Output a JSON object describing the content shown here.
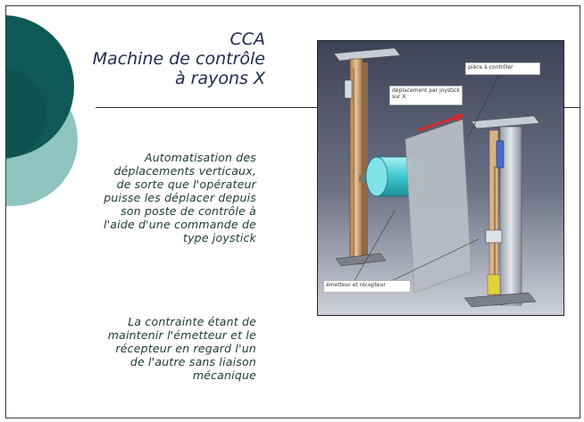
{
  "title": {
    "line1": "CCA",
    "line2": "Machine de contrôle",
    "line3": "à rayons X"
  },
  "paragraph1": {
    "lines": [
      "Automatisation des",
      "déplacements verticaux,",
      "de sorte que l'opérateur",
      "puisse les déplacer depuis",
      "son poste de contrôle à",
      "l'aide d'une commande de",
      "type joystick"
    ]
  },
  "paragraph2": {
    "lines": [
      "La contrainte étant de",
      "maintenir l'émetteur et le",
      "récepteur en regard l'un",
      "de l'autre sans liaison",
      "mécanique"
    ]
  },
  "figure": {
    "callout_piece": "pièce à contrôler",
    "callout_joystick": "déplacement par joystick sur X",
    "callout_emitter": "émetteur et récepteur"
  },
  "colors": {
    "teal_dark": "#0f5a56",
    "teal_light": "#8fc5c1",
    "title_text": "#1f2b4f",
    "body_text": "#1a3a36"
  }
}
